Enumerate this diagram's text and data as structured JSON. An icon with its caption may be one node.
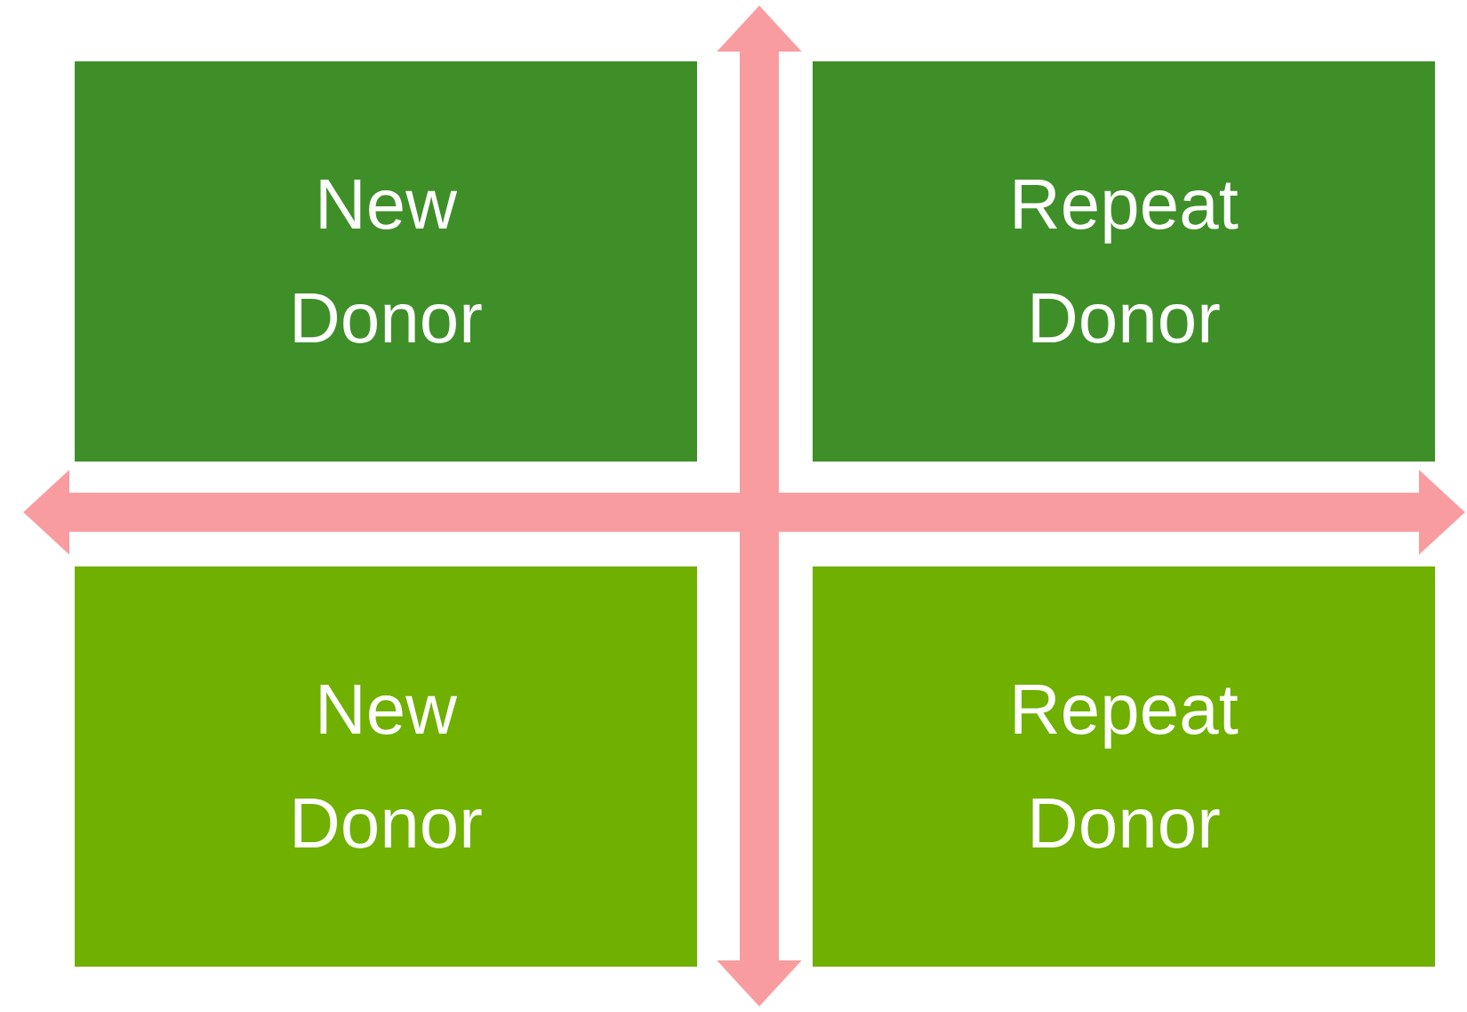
{
  "diagram": {
    "nodes": [
      {
        "text": [
          "New Donor"
        ]
      },
      {
        "text": [
          "Repeat Donor"
        ]
      },
      {
        "text": [
          "New Donor"
        ]
      },
      {
        "text": [
          "Repeat Donor"
        ]
      }
    ]
  }
}
